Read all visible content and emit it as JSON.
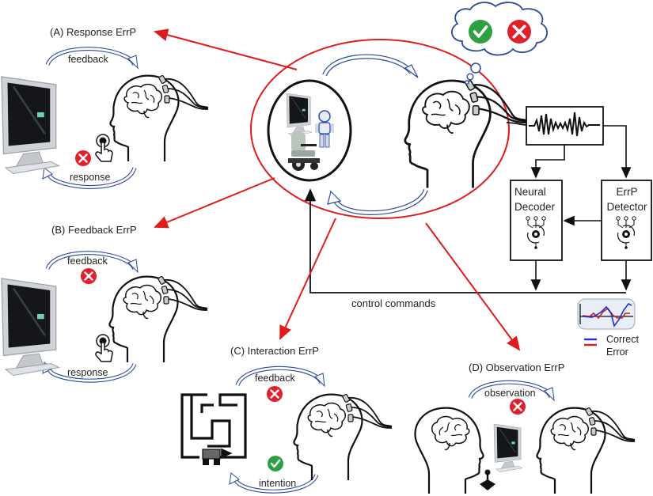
{
  "panels": {
    "a": {
      "title": "(A) Response ErrP",
      "top_arrow_label": "feedback",
      "bottom_arrow_label": "response"
    },
    "b": {
      "title": "(B) Feedback ErrP",
      "top_arrow_label": "feedback",
      "bottom_arrow_label": "response"
    },
    "c": {
      "title": "(C) Interaction ErrP",
      "top_arrow_label": "feedback",
      "bottom_arrow_label": "intention"
    },
    "d": {
      "title": "(D) Observation ErrP",
      "top_arrow_label": "observation"
    }
  },
  "pipeline": {
    "neural_decoder": [
      "Neural",
      "Decoder"
    ],
    "errp_detector": [
      "ErrP",
      "Detector"
    ],
    "control_label": "control commands"
  },
  "legend": {
    "items": [
      {
        "label": "Correct",
        "color": "#2030c8"
      },
      {
        "label": "Error",
        "color": "#d42020"
      }
    ]
  },
  "colors": {
    "red_accent": "#e01b1b",
    "blue_arrow": "#2a4a9a",
    "check_green": "#2ea043",
    "cross_red": "#e0202a"
  }
}
